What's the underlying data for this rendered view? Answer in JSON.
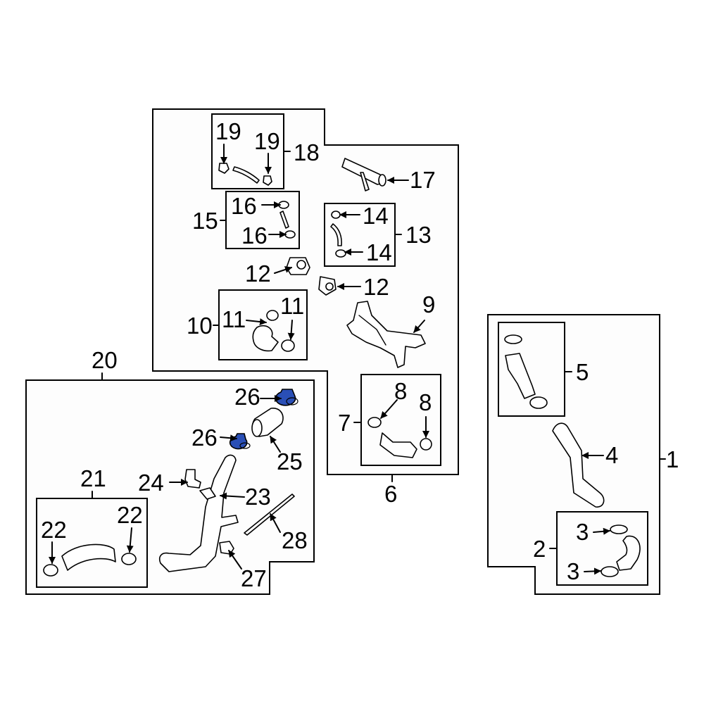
{
  "callouts": {
    "c1": "1",
    "c2": "2",
    "c3a": "3",
    "c3b": "3",
    "c4": "4",
    "c5": "5",
    "c6": "6",
    "c7": "7",
    "c8a": "8",
    "c8b": "8",
    "c9": "9",
    "c10": "10",
    "c11a": "11",
    "c11b": "11",
    "c12a": "12",
    "c12b": "12",
    "c13": "13",
    "c14a": "14",
    "c14b": "14",
    "c15": "15",
    "c16a": "16",
    "c16b": "16",
    "c17": "17",
    "c18": "18",
    "c19a": "19",
    "c19b": "19",
    "c20": "20",
    "c21": "21",
    "c22a": "22",
    "c22b": "22",
    "c23": "23",
    "c24": "24",
    "c25": "25",
    "c26a": "26",
    "c26b": "26",
    "c27": "27",
    "c28": "28"
  },
  "colors": {
    "highlight": "#2a4fb6",
    "line": "#000000",
    "background": "#ffffff"
  }
}
